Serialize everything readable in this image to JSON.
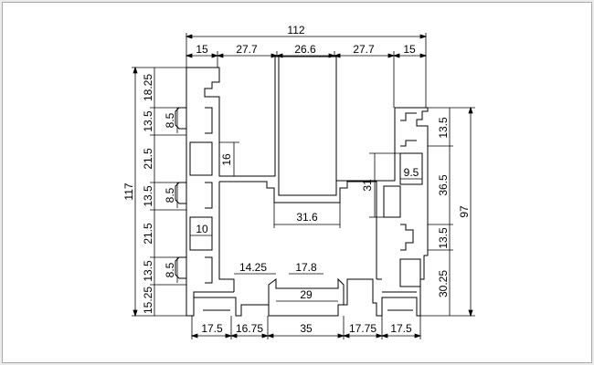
{
  "colors": {
    "background": "#ffffff",
    "outline": "#000000",
    "frame_border": "#a8a8a8"
  },
  "dimensions": {
    "overall_width": "112",
    "top_segments": [
      "15",
      "27.7",
      "26.6",
      "27.7",
      "15"
    ],
    "bottom_segments": [
      "17.5",
      "16.75",
      "35",
      "17.75",
      "17.5"
    ],
    "overall_height_left": "117",
    "left_segments": [
      "18.25",
      "13.5",
      "21.5",
      "13.5",
      "21.5",
      "13.5",
      "15.25"
    ],
    "left_slot_widths": [
      "8.5",
      "8.5",
      "8.5"
    ],
    "cavity_height": "16",
    "small_hole_width": "10",
    "channel_width": "31.6",
    "inner_slot_width": "14.25",
    "inner_slot_top": "17.8",
    "inner_slot_bottom": "29",
    "overall_height_right": "97",
    "right_segments": [
      "13.5",
      "36.5",
      "13.5",
      "30.25"
    ],
    "right_cavity_height": "31",
    "right_slot_width": "9.5"
  }
}
